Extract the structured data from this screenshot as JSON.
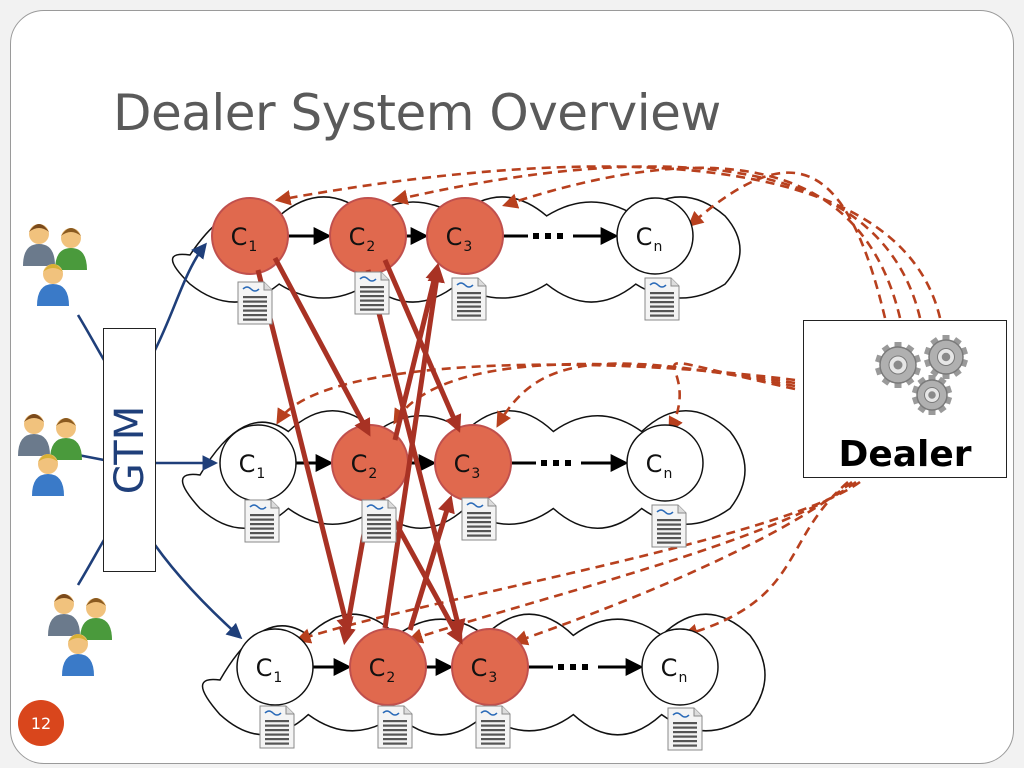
{
  "slide": {
    "title": "Dealer System Overview",
    "page_number": "12"
  },
  "gtm": {
    "label": "GTM"
  },
  "dealer": {
    "label": "Dealer",
    "icon": "gears-icon"
  },
  "node_letter": "C",
  "rows": [
    {
      "nodes": [
        {
          "sub": "1",
          "active": true
        },
        {
          "sub": "2",
          "active": true
        },
        {
          "sub": "3",
          "active": true
        },
        {
          "sub": "n",
          "active": false
        }
      ]
    },
    {
      "nodes": [
        {
          "sub": "1",
          "active": false
        },
        {
          "sub": "2",
          "active": true
        },
        {
          "sub": "3",
          "active": true
        },
        {
          "sub": "n",
          "active": false
        }
      ]
    },
    {
      "nodes": [
        {
          "sub": "1",
          "active": false
        },
        {
          "sub": "2",
          "active": true
        },
        {
          "sub": "3",
          "active": true
        },
        {
          "sub": "n",
          "active": false
        }
      ]
    }
  ],
  "colors": {
    "active_fill": "#e0694e",
    "active_stroke": "#c0504d",
    "dealer_arrow": "#b8401e",
    "migration_arrow": "#a83224",
    "gtm_arrow": "#1f3f7a",
    "page_badge": "#d9461c"
  }
}
